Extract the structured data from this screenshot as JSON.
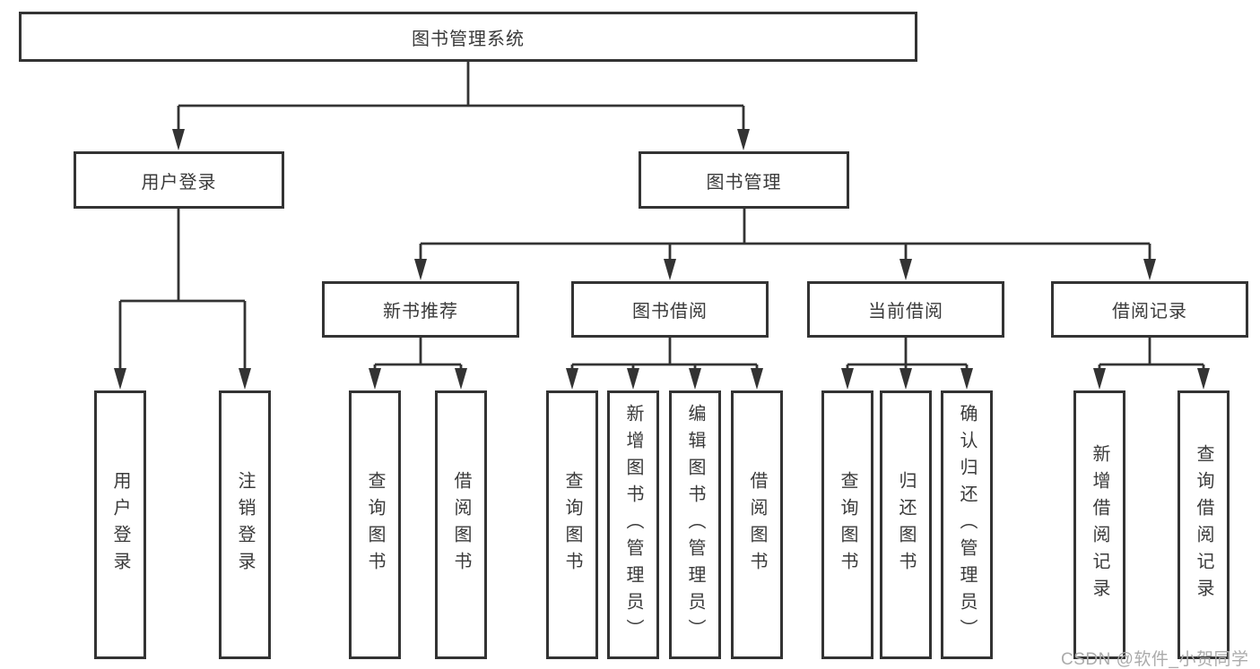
{
  "diagram_title": "图书管理系统",
  "tree": {
    "root": {
      "label": "图书管理系统"
    },
    "level1": [
      {
        "label": "用户登录"
      },
      {
        "label": "图书管理"
      }
    ],
    "level2": [
      {
        "label": "新书推荐",
        "parent": "图书管理"
      },
      {
        "label": "图书借阅",
        "parent": "图书管理"
      },
      {
        "label": "当前借阅",
        "parent": "图书管理"
      },
      {
        "label": "借阅记录",
        "parent": "图书管理"
      }
    ],
    "level3": [
      {
        "label": "用户登录",
        "parent": "用户登录"
      },
      {
        "label": "注销登录",
        "parent": "用户登录"
      },
      {
        "label": "查询图书",
        "parent": "新书推荐"
      },
      {
        "label": "借阅图书",
        "parent": "新书推荐"
      },
      {
        "label": "查询图书",
        "parent": "图书借阅"
      },
      {
        "label": "新增图书（管理员）",
        "parent": "图书借阅"
      },
      {
        "label": "编辑图书（管理员）",
        "parent": "图书借阅"
      },
      {
        "label": "借阅图书",
        "parent": "图书借阅"
      },
      {
        "label": "查询图书",
        "parent": "当前借阅"
      },
      {
        "label": "归还图书",
        "parent": "当前借阅"
      },
      {
        "label": "确认归还（管理员）",
        "parent": "当前借阅"
      },
      {
        "label": "新增借阅记录",
        "parent": "借阅记录"
      },
      {
        "label": "查询借阅记录",
        "parent": "借阅记录"
      }
    ]
  },
  "watermark": {
    "text": "CSDN @软件_小贺同学"
  },
  "colors": {
    "line": "#333333",
    "box_border": "#333333",
    "text": "#3a3a3a",
    "watermark": "#ababab",
    "background": "#ffffff"
  }
}
